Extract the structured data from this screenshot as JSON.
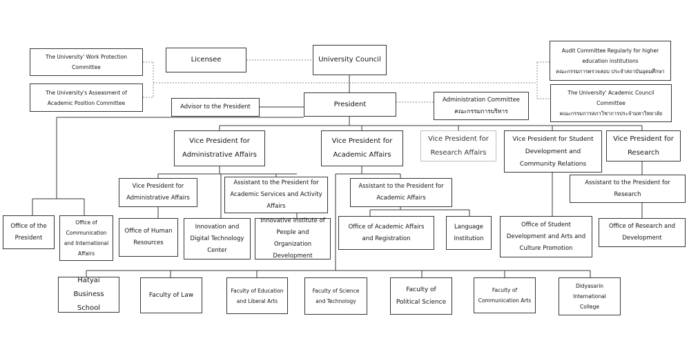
{
  "org_chart": {
    "work_protection_committee": "The University' Work Protection\nCommittee",
    "licensee": "Licensee",
    "university_council": "University Council",
    "audit_committee": "Audit Committee Regularly for higher\neducation institutions\nคณะกรรมการตรวจสอบ ประจำสถาบันอุดมศึกษา",
    "assessment_committee": "The University's Asseasment of\nAcademic Position Committee",
    "advisor": "Advisor to the President",
    "president": "President",
    "administration_committee": "Administration Committee\nคณะกรรมการบริหาร",
    "academic_council_committee": "The University' Academic Council\nCommittee\nคณะกรรมการสภาวิชาการประจำมหาวิทยาลัย",
    "vp_admin": "Vice President for\nAdministrative Affairs",
    "vp_academic": "Vice President for\nAcademic Affairs",
    "vp_research_affairs": "Vice President for\nResearch Affairs",
    "vp_student": "Vice President for Student\nDevelopment and\nCommunity Relations",
    "vp_research": "Vice President for\nResearch",
    "vp_admin_2": "Vice President for\nAdministrative Affairs",
    "asst_academic_services": "Assistant to the President for\nAcademic Services and Activity\nAffairs",
    "asst_academic_affairs": "Assistant to the President for\nAcademic Affairs",
    "asst_research": "Assistant to the President for\nResearch",
    "office_president": "Office of the\nPresident",
    "office_communication": "Office of\nCommunication\nand International\nAffairs",
    "office_human_resources": "Office of Human\nResources",
    "innovation_digital": "Innovation and\nDigital Technology\nCenter",
    "innovative_institute": "Innovative Institute of\nPeople and Organization\nDevelopment",
    "office_academic_affairs": "Office of Academic Affairs\nand Registration",
    "language_institution": "Language\nInstitution",
    "office_student_dev": "Office of Student\nDevelopment and Arts and\nCulture Promotion",
    "office_research": "Office of Research and\nDevelopment",
    "hatyai_business": "Hatyai Business\nSchool",
    "faculty_law": "Faculty of Law",
    "faculty_education": "Faculty of Education\nand Liberal Arts",
    "faculty_science": "Faculty of Science\nand Technology",
    "faculty_political": "Faculty of\nPolitical Science",
    "faculty_communication": "Faculty of\nCommunication Arts",
    "didyasarin": "Didyasarin\nInternational\nCollege"
  },
  "colors": {
    "line": "#333333",
    "dashed": "#888888",
    "light_border": "#bdbdbd"
  }
}
